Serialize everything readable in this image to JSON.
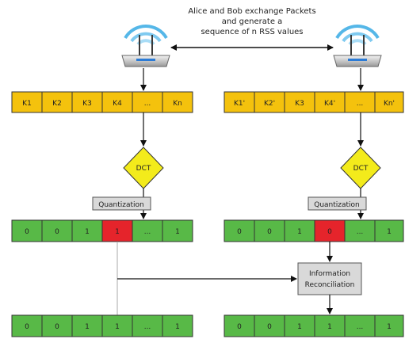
{
  "caption": {
    "line1": "Alice and Bob exchange Packets",
    "line2": "and generate a",
    "line3": "sequence of n RSS values"
  },
  "colors": {
    "yellow": "#F4C20D",
    "green": "#58B947",
    "red": "#E5242B",
    "gray": "#D9D9D9",
    "diamond": "#F3EB1B"
  },
  "alice": {
    "keys": [
      "K1",
      "K2",
      "K3",
      "K4",
      "...",
      "Kn"
    ],
    "dct": "DCT",
    "quantization": "Quantization",
    "bits": [
      "0",
      "0",
      "1",
      "1",
      "...",
      "1"
    ],
    "final_bits": [
      "0",
      "0",
      "1",
      "1",
      "...",
      "1"
    ]
  },
  "bob": {
    "keys": [
      "K1'",
      "K2'",
      "K3",
      "K4'",
      "...",
      "Kn'"
    ],
    "dct": "DCT",
    "quantization": "Quantization",
    "bits": [
      "0",
      "0",
      "1",
      "0",
      "...",
      "1"
    ],
    "final_bits": [
      "0",
      "0",
      "1",
      "1",
      "...",
      "1"
    ]
  },
  "reconciliation": {
    "line1": "Information",
    "line2": "Reconciliation"
  }
}
